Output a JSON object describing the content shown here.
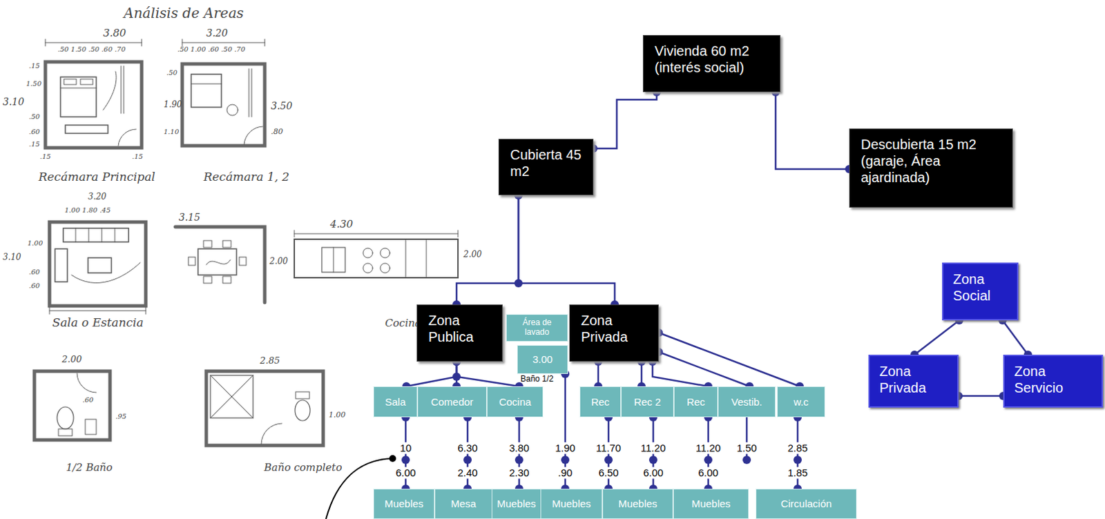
{
  "diagram": {
    "nodes": [
      {
        "text": [
          "Vivienda 60 m2 (interés social)"
        ]
      },
      {
        "text": [
          "Cubierta 45 m2"
        ]
      },
      {
        "text": [
          "Descubierta 15 m2 (garaje, Área ajardinada)"
        ]
      },
      {
        "text": [
          "Zona Social"
        ]
      },
      {
        "text": [
          "Zona Publica"
        ]
      },
      {
        "text": [
          "Área de lavado"
        ]
      },
      {
        "text": [
          "3.00",
          "Baño 1/2"
        ]
      },
      {
        "text": [
          "Zona Privada"
        ]
      },
      {
        "text": [
          "Zona Privada"
        ]
      },
      {
        "text": [
          "Zona Servicio"
        ]
      },
      {
        "text": [
          "Sala"
        ]
      },
      {
        "text": [
          "Comedor"
        ]
      },
      {
        "text": [
          "Cocina"
        ]
      },
      {
        "text": [
          "Rec"
        ]
      },
      {
        "text": [
          "Rec 2"
        ]
      },
      {
        "text": [
          "Rec"
        ]
      },
      {
        "text": [
          "Vestib."
        ]
      },
      {
        "text": [
          "w.c"
        ]
      },
      {
        "text": [
          "Muebles"
        ]
      },
      {
        "text": [
          "Mesa"
        ]
      },
      {
        "text": [
          "Muebles"
        ]
      },
      {
        "text": [
          "Muebles"
        ]
      },
      {
        "text": [
          "Muebles"
        ]
      },
      {
        "text": [
          "Muebles"
        ]
      },
      {
        "text": [
          "Circulación"
        ]
      }
    ],
    "edges": [
      {
        "from": 0,
        "to": 1,
        "arrow": "none"
      },
      {
        "from": 0,
        "to": 2,
        "arrow": "none"
      },
      {
        "from": 1,
        "to": 4,
        "arrow": "none"
      },
      {
        "from": 1,
        "to": 7,
        "arrow": "none"
      },
      {
        "from": 3,
        "to": 8,
        "arrow": "none"
      },
      {
        "from": 3,
        "to": 9,
        "arrow": "none"
      },
      {
        "from": 8,
        "to": 9,
        "arrow": "none"
      },
      {
        "from": 4,
        "to": 10,
        "arrow": "none"
      },
      {
        "from": 4,
        "to": 11,
        "arrow": "none"
      },
      {
        "from": 4,
        "to": 12,
        "arrow": "none"
      },
      {
        "from": 7,
        "to": 13,
        "arrow": "none"
      },
      {
        "from": 7,
        "to": 14,
        "arrow": "none"
      },
      {
        "from": 7,
        "to": 15,
        "arrow": "none"
      },
      {
        "from": 7,
        "to": 16,
        "arrow": "none"
      },
      {
        "from": 7,
        "to": 17,
        "arrow": "none"
      },
      {
        "from": 10,
        "to": 18,
        "arrow": "none"
      },
      {
        "from": 11,
        "to": 19,
        "arrow": "none"
      },
      {
        "from": 12,
        "to": 20,
        "arrow": "none"
      },
      {
        "from": 6,
        "to": 21,
        "arrow": "none"
      },
      {
        "from": 13,
        "to": 22,
        "arrow": "none"
      },
      {
        "from": 14,
        "to": 22,
        "arrow": "none"
      },
      {
        "from": 15,
        "to": 23,
        "arrow": "none"
      },
      {
        "from": 17,
        "to": 24,
        "arrow": "none"
      }
    ],
    "labels": [
      "Análisis de Areas",
      "3.80",
      ".50 1.50 .50 .60 .70",
      ".15",
      "1.50",
      "3.10",
      ".50",
      ".60",
      ".15",
      ".15",
      ".15",
      "Recámara Principal",
      "3.20",
      ".50 1.00 .60 .50 .70",
      ".50",
      "1.90",
      "1.10",
      "3.50",
      ".80",
      "Recámara 1, 2",
      "3.20",
      "1.00 1.80 .45",
      "1.00",
      "3.10",
      ".60",
      ".60",
      "Sala o Estancia",
      "3.15",
      "2.00",
      "4.30",
      "2.00",
      "Cocina",
      "2.00",
      ".60",
      ".95",
      "1/2 Baño",
      "2.85",
      "1.00",
      "Baño completo",
      "10",
      "6.30",
      "3.80",
      "1.90",
      "11.70",
      "11.20",
      "11.20",
      "1.50",
      "2.85",
      "6.00",
      "2.40",
      "2.30",
      ".90",
      "6.50",
      "6.00",
      "6.00",
      "1.85"
    ]
  }
}
